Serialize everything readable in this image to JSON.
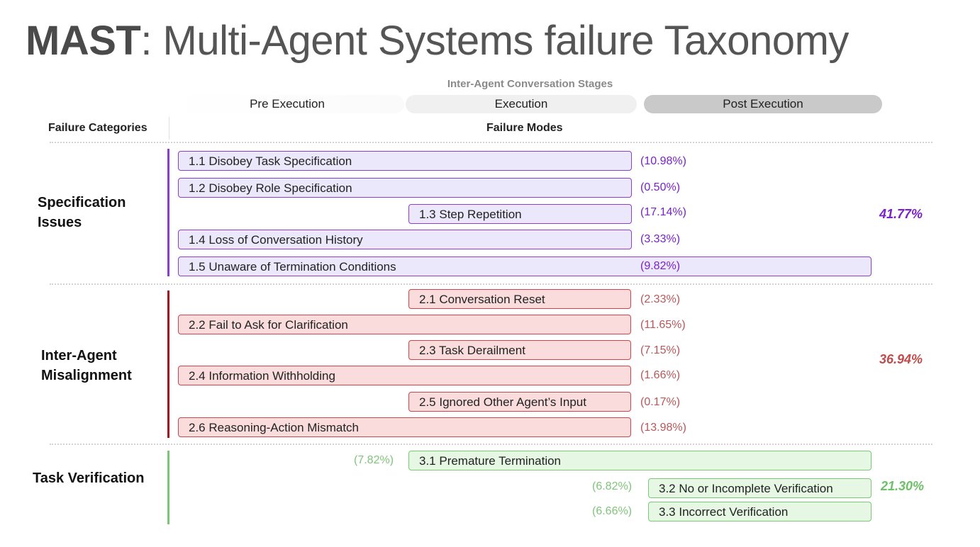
{
  "title": {
    "bold": "MAST",
    "rest": ": Multi-Agent Systems failure Taxonomy"
  },
  "stages": {
    "title": "Inter-Agent Conversation Stages",
    "pre": "Pre Execution",
    "execution": "Execution",
    "post": "Post Execution"
  },
  "headers": {
    "categories": "Failure Categories",
    "modes": "Failure Modes"
  },
  "colors": {
    "specification": "#8a3fd1",
    "misalignment": "#c8474c",
    "verification": "#7ac875"
  },
  "categories": [
    {
      "name_line1": "Specification",
      "name_line2": "Issues",
      "total": "41.77%",
      "modes": [
        {
          "label": "1.1 Disobey Task Specification",
          "pct": "(10.98%)",
          "stage_span": "pre-execution"
        },
        {
          "label": "1.2 Disobey Role Specification",
          "pct": "(0.50%)",
          "stage_span": "pre-execution"
        },
        {
          "label": "1.3 Step Repetition",
          "pct": "(17.14%)",
          "stage_span": "execution"
        },
        {
          "label": "1.4 Loss of Conversation History",
          "pct": "(3.33%)",
          "stage_span": "pre-execution"
        },
        {
          "label": "1.5 Unaware of Termination Conditions",
          "pct": "(9.82%)",
          "stage_span": "pre-post"
        }
      ]
    },
    {
      "name_line1": "Inter-Agent",
      "name_line2": "Misalignment",
      "total": "36.94%",
      "modes": [
        {
          "label": "2.1 Conversation Reset",
          "pct": "(2.33%)",
          "stage_span": "execution"
        },
        {
          "label": "2.2 Fail to Ask for Clarification",
          "pct": "(11.65%)",
          "stage_span": "pre-execution"
        },
        {
          "label": "2.3 Task Derailment",
          "pct": "(7.15%)",
          "stage_span": "execution"
        },
        {
          "label": "2.4 Information Withholding",
          "pct": "(1.66%)",
          "stage_span": "pre-execution"
        },
        {
          "label": "2.5 Ignored Other Agent’s Input",
          "pct": "(0.17%)",
          "stage_span": "execution"
        },
        {
          "label": "2.6 Reasoning-Action Mismatch",
          "pct": "(13.98%)",
          "stage_span": "pre-execution"
        }
      ]
    },
    {
      "name_line1": "Task Verification",
      "total": "21.30%",
      "modes": [
        {
          "label": "3.1  Premature Termination",
          "pct": "(7.82%)",
          "stage_span": "execution-post"
        },
        {
          "label": "3.2 No or Incomplete Verification",
          "pct": "(6.82%)",
          "stage_span": "post"
        },
        {
          "label": "3.3 Incorrect Verification",
          "pct": "(6.66%)",
          "stage_span": "post"
        }
      ]
    }
  ]
}
